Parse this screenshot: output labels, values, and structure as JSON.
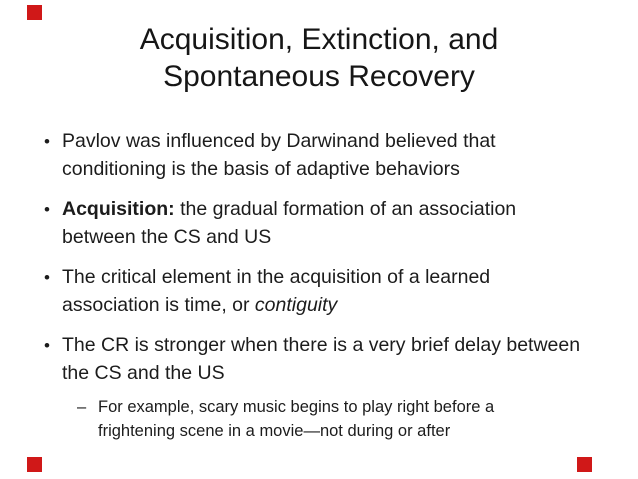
{
  "slide": {
    "title": "Acquisition, Extinction, and Spontaneous Recovery",
    "background": "#ffffff",
    "text_color": "#1c1c1c",
    "accent_red": "#d01818",
    "bullet_glyph": "•",
    "sub_bullet_glyph": "–",
    "bullets": [
      {
        "level": 1,
        "segments": [
          {
            "text": "Pavlov was influenced by Darwinand believed that conditioning is the basis of adaptive behaviors",
            "bold": false,
            "italic": false
          }
        ]
      },
      {
        "level": 1,
        "segments": [
          {
            "text": "Acquisition:",
            "bold": true,
            "italic": false
          },
          {
            "text": " the gradual formation of an association between the CS and US",
            "bold": false,
            "italic": false
          }
        ]
      },
      {
        "level": 1,
        "segments": [
          {
            "text": "The critical element in the acquisition of a learned association is time, or ",
            "bold": false,
            "italic": false
          },
          {
            "text": "contiguity",
            "bold": false,
            "italic": true
          }
        ]
      },
      {
        "level": 1,
        "segments": [
          {
            "text": "The CR is stronger when there is a very brief delay between the CS and the US",
            "bold": false,
            "italic": false
          }
        ]
      },
      {
        "level": 2,
        "segments": [
          {
            "text": "For example, scary music begins to play right before a frightening scene in a movie—not during or after",
            "bold": false,
            "italic": false
          }
        ]
      }
    ],
    "corner_markers": [
      {
        "position": "top-left"
      },
      {
        "position": "bottom-left"
      },
      {
        "position": "bottom-right"
      }
    ]
  }
}
